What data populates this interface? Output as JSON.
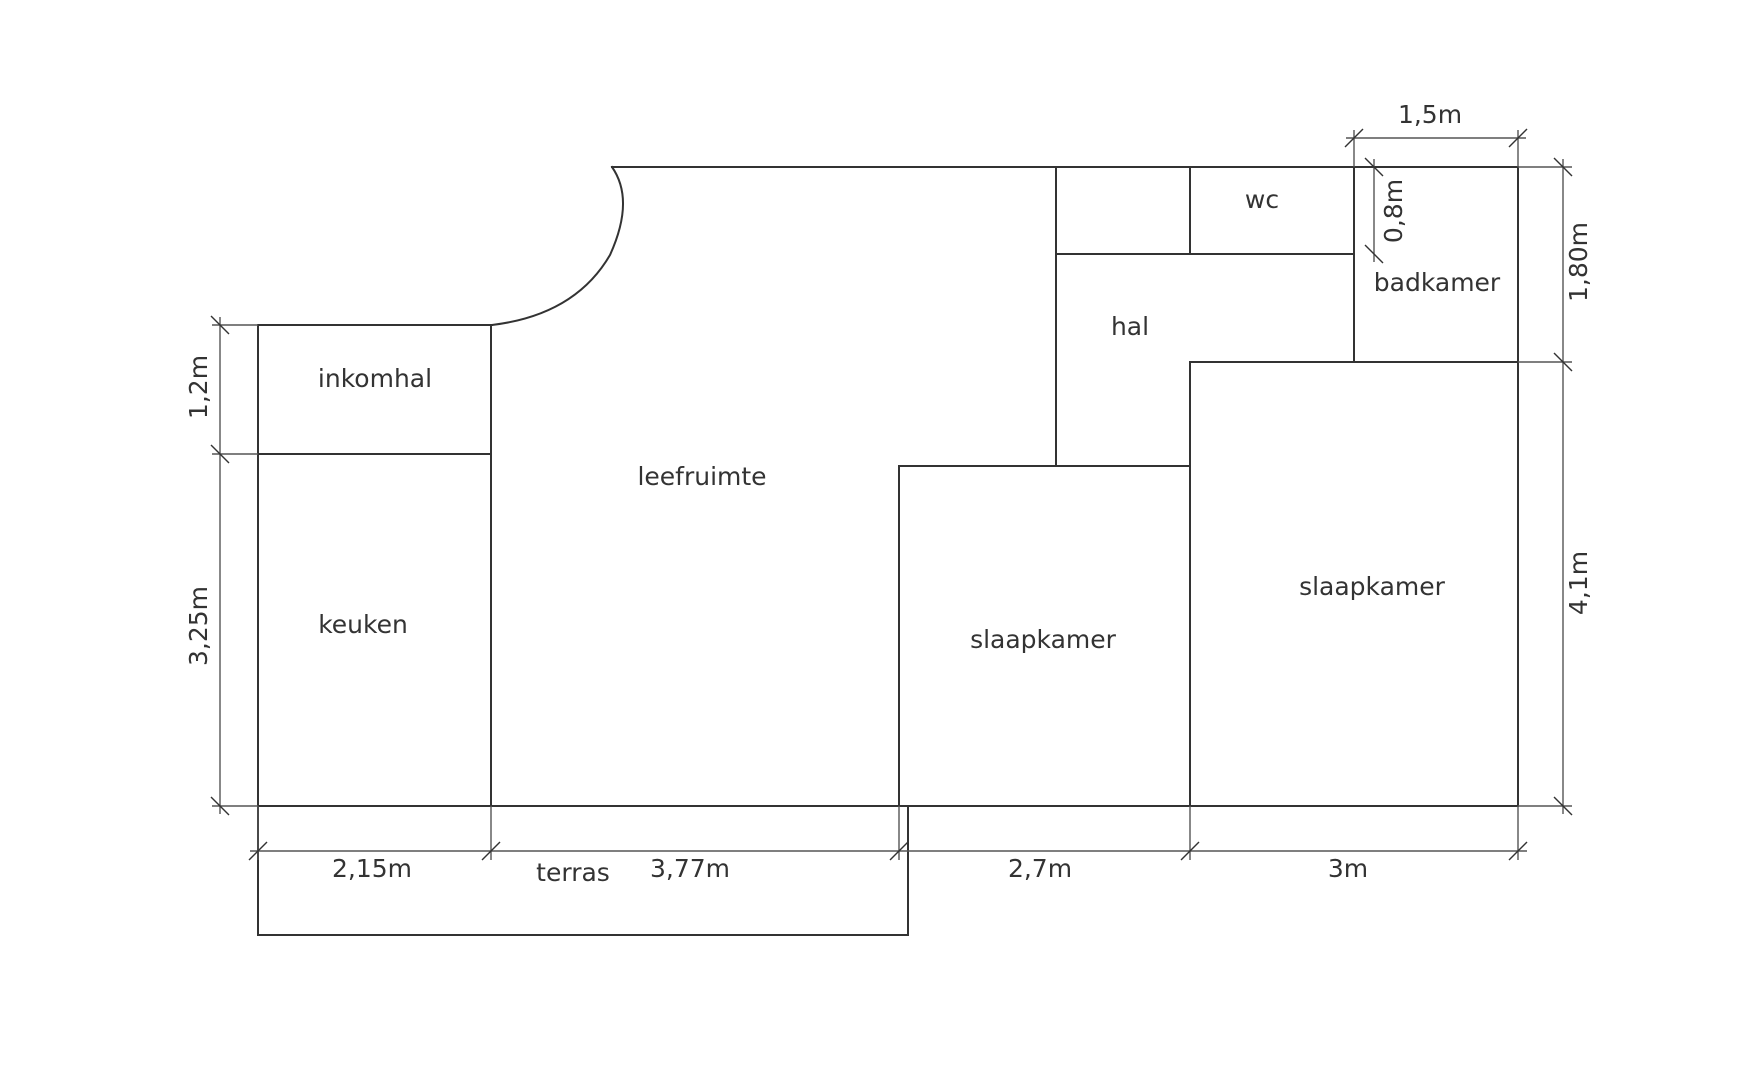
{
  "rooms": {
    "inkomhal": "inkomhal",
    "keuken": "keuken",
    "leefruimte": "leefruimte",
    "wc": "wc",
    "hal": "hal",
    "badkamer": "badkamer",
    "slaapkamer_1": "slaapkamer",
    "slaapkamer_2": "slaapkamer",
    "terras": "terras"
  },
  "dimensions": {
    "bottom": [
      "2,15m",
      "3,77m",
      "2,7m",
      "3m"
    ],
    "left": [
      "1,2m",
      "3,25m"
    ],
    "right": [
      "1,80m",
      "4,1m"
    ],
    "top": "1,5m",
    "wc_height": "0,8m"
  },
  "colors": {
    "line": "#333333",
    "text": "#333333",
    "background": "#ffffff"
  }
}
